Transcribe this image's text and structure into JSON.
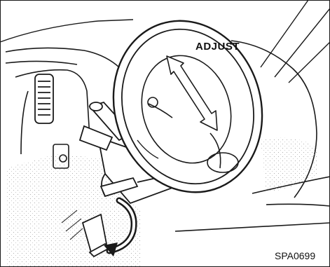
{
  "figure": {
    "callout_label": "ADJUST",
    "figure_code": "SPA0699"
  },
  "colors": {
    "ink": "#1a1a1a",
    "background": "#ffffff",
    "stipple": "#9a9a9a"
  },
  "icons": {
    "adjust_arrow": "double-headed-arrow",
    "lever_arrow": "curved-arrow"
  }
}
